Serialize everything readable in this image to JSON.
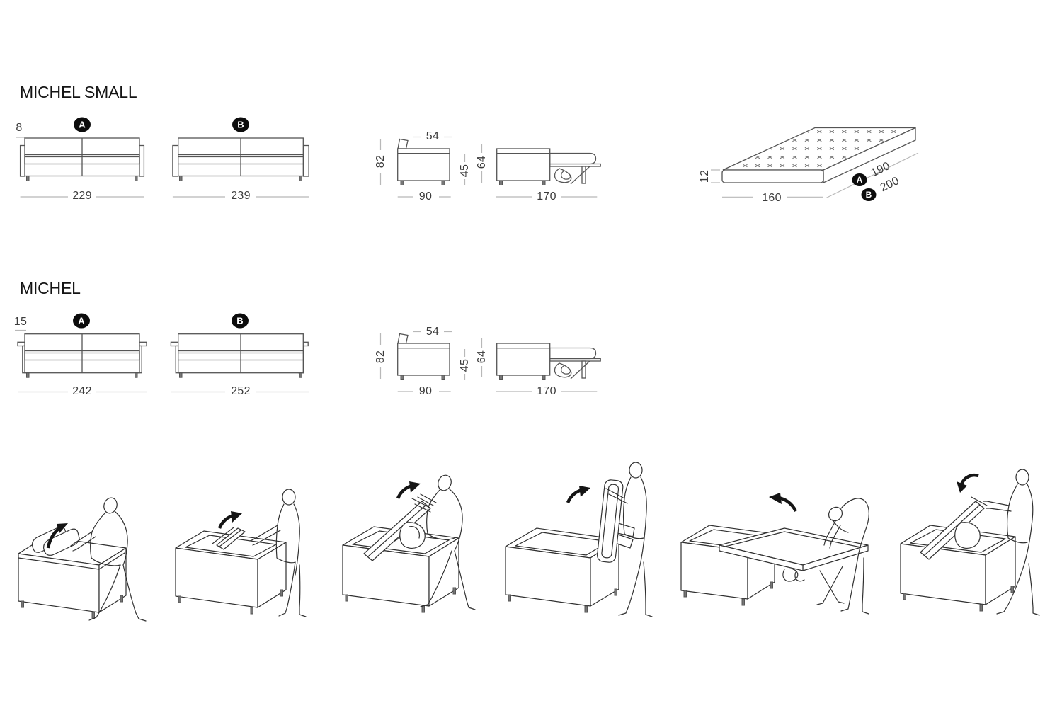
{
  "page": {
    "background": "#ffffff"
  },
  "colors": {
    "drawing_line": "#555555",
    "dimension_line": "#b8b8b8",
    "dimension_text": "#3c3c3c",
    "badge_bg": "#0c0c0c",
    "badge_text": "#ffffff",
    "illustration_line": "#303030",
    "arrow": "#151515"
  },
  "sections": [
    {
      "title": "MICHEL SMALL",
      "arm_width": "8",
      "front_views": [
        {
          "badge": "A",
          "overall_width": "229"
        },
        {
          "badge": "B",
          "overall_width": "239"
        }
      ],
      "side_view_closed": {
        "arm_depth": "54",
        "height": "82",
        "depth": "90"
      },
      "side_view_open": {
        "seat_height": "45",
        "open_height": "64",
        "open_depth": "170"
      }
    },
    {
      "title": "MICHEL",
      "arm_width": "15",
      "front_views": [
        {
          "badge": "A",
          "overall_width": "242"
        },
        {
          "badge": "B",
          "overall_width": "252"
        }
      ],
      "side_view_closed": {
        "arm_depth": "54",
        "height": "82",
        "depth": "90"
      },
      "side_view_open": {
        "seat_height": "45",
        "open_height": "64",
        "open_depth": "170"
      }
    }
  ],
  "mattress": {
    "thickness": "12",
    "width": "160",
    "lengths": [
      {
        "badge": "A",
        "value": "190"
      },
      {
        "badge": "B",
        "value": "200"
      }
    ]
  },
  "steps": [
    {
      "icon": "step-1-lift-cushions-icon",
      "arrow": "up-right"
    },
    {
      "icon": "step-2-remove-cushions-icon",
      "arrow": "up-right"
    },
    {
      "icon": "step-3-pull-frame-up-icon",
      "arrow": "up-right"
    },
    {
      "icon": "step-4-frame-upright-icon",
      "arrow": "up-right"
    },
    {
      "icon": "step-5-unfold-bed-flat-icon",
      "arrow": "up-left"
    },
    {
      "icon": "step-6-fold-frame-down-icon",
      "arrow": "down-left"
    }
  ]
}
